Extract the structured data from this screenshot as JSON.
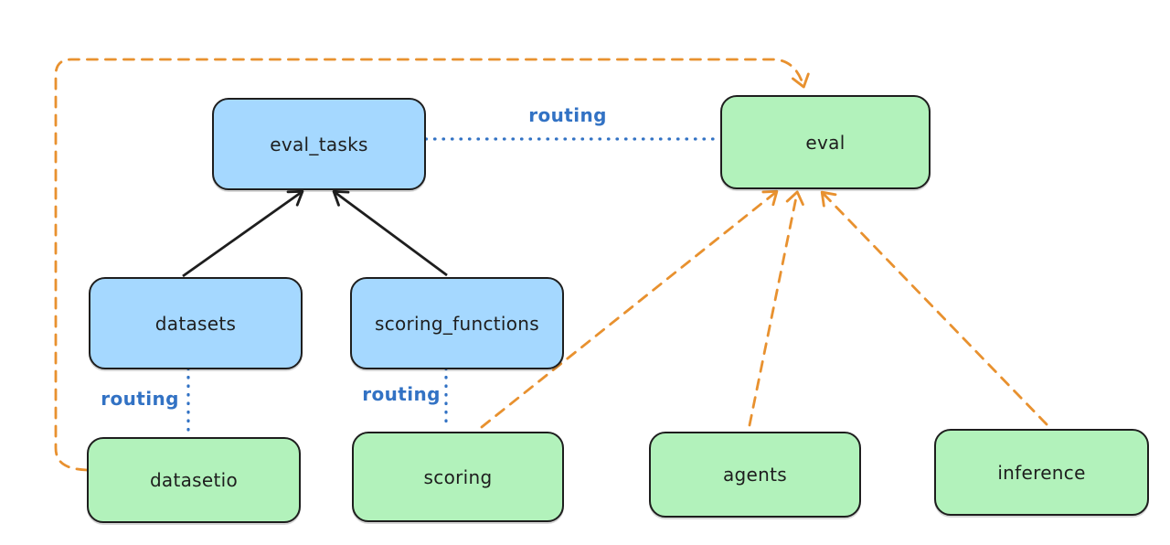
{
  "diagram": {
    "nodes": [
      {
        "id": "eval_tasks",
        "label": "eval_tasks",
        "color": "blue"
      },
      {
        "id": "eval",
        "label": "eval",
        "color": "green"
      },
      {
        "id": "datasets",
        "label": "datasets",
        "color": "blue"
      },
      {
        "id": "scoring_functions",
        "label": "scoring_functions",
        "color": "blue"
      },
      {
        "id": "datasetio",
        "label": "datasetio",
        "color": "green"
      },
      {
        "id": "scoring",
        "label": "scoring",
        "color": "green"
      },
      {
        "id": "agents",
        "label": "agents",
        "color": "green"
      },
      {
        "id": "inference",
        "label": "inference",
        "color": "green"
      }
    ],
    "edges": [
      {
        "from": "datasets",
        "to": "eval_tasks",
        "style": "solid-arrow",
        "color": "black"
      },
      {
        "from": "scoring_functions",
        "to": "eval_tasks",
        "style": "solid-arrow",
        "color": "black"
      },
      {
        "from": "eval_tasks",
        "to": "eval",
        "style": "dotted-line",
        "color": "blue",
        "label": "routing"
      },
      {
        "from": "datasets",
        "to": "datasetio",
        "style": "dotted-line",
        "color": "blue",
        "label": "routing"
      },
      {
        "from": "scoring_functions",
        "to": "scoring",
        "style": "dotted-line",
        "color": "blue",
        "label": "routing"
      },
      {
        "from": "datasetio",
        "to": "eval",
        "style": "dashed-arrow",
        "color": "orange"
      },
      {
        "from": "scoring",
        "to": "eval",
        "style": "dashed-arrow",
        "color": "orange"
      },
      {
        "from": "agents",
        "to": "eval",
        "style": "dashed-arrow",
        "color": "orange"
      },
      {
        "from": "inference",
        "to": "eval",
        "style": "dashed-arrow",
        "color": "orange"
      }
    ],
    "edge_labels": [
      {
        "text": "routing"
      },
      {
        "text": "routing"
      },
      {
        "text": "routing"
      }
    ],
    "colors": {
      "blue_fill": "#a5d8ff",
      "green_fill": "#b2f2bb",
      "node_stroke": "#1e1e1e",
      "routing_blue": "#3272c4",
      "orange_dashed": "#e8912f",
      "background": "#ffffff"
    }
  }
}
